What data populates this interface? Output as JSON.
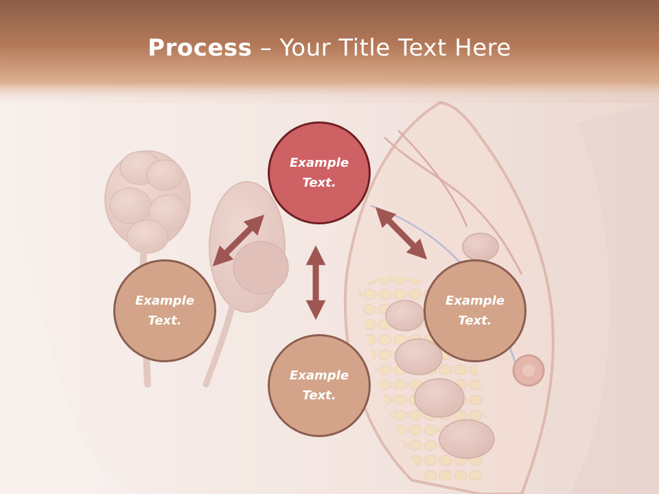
{
  "slide": {
    "title_bold": "Process",
    "title_sep": " – ",
    "title_rest": "Your Title Text Here"
  },
  "nodes": {
    "top": {
      "line1": "Example",
      "line2": "Text."
    },
    "left": {
      "line1": "Example",
      "line2": "Text."
    },
    "right": {
      "line1": "Example",
      "line2": "Text."
    },
    "bottom": {
      "line1": "Example",
      "line2": "Text."
    }
  },
  "colors": {
    "title_bar": "#b47a5a",
    "node_highlight": "#cd6164",
    "node_default": "#d3a489",
    "arrow": "#9e5652"
  }
}
